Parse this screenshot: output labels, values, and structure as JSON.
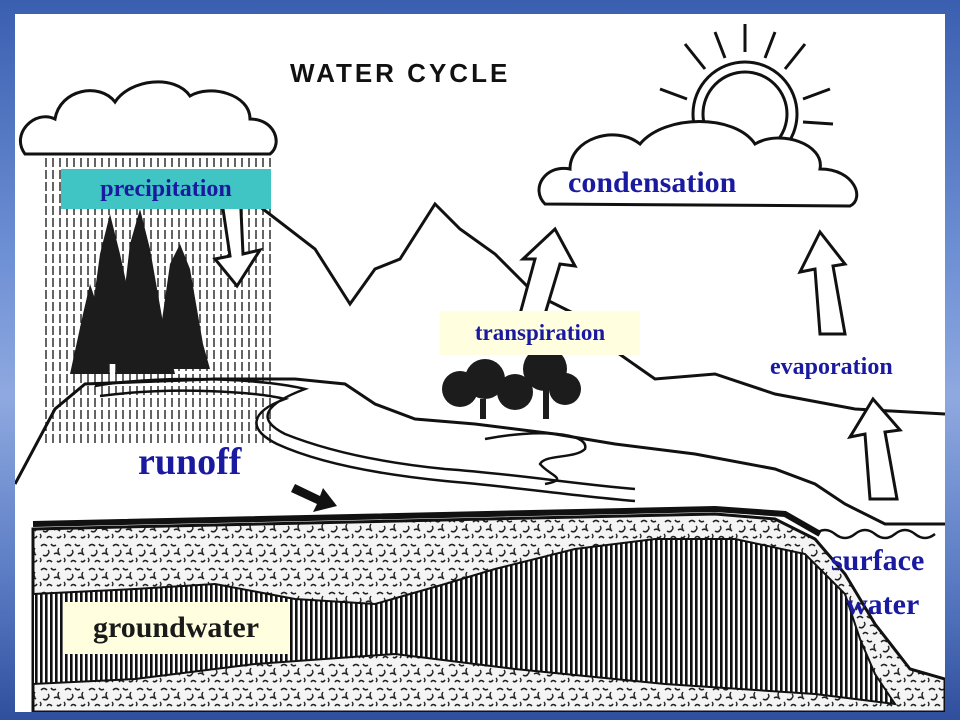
{
  "title": "WATER  CYCLE",
  "labels": {
    "precipitation": "precipitation",
    "condensation": "condensation",
    "transpiration": "transpiration",
    "evaporation": "evaporation",
    "runoff": "runoff",
    "surface_water_line1": "surface",
    "surface_water_line2": "water",
    "groundwater": "groundwater"
  },
  "colors": {
    "label_text": "#1a1aa0",
    "precipitation_box": "#40c4c4",
    "highlight_box": "#ffffe0",
    "background_blue": "#5b7cc4"
  }
}
